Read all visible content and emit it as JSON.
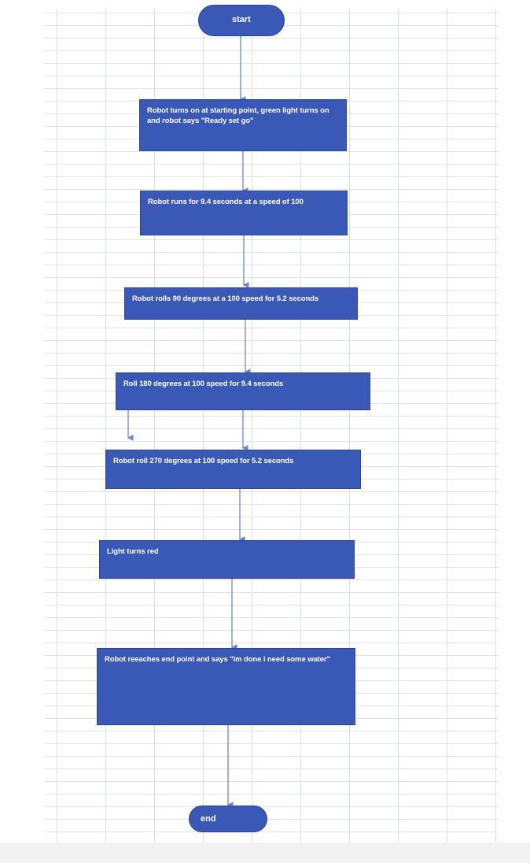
{
  "diagram": {
    "start_label": "start",
    "end_label": "end",
    "steps": [
      "Robot turns on at starting point, green light turns on and  robot says \"Ready set go\"",
      "Robot runs  for 9.4 seconds at a speed of 100",
      "Robot rolls 90 degrees at a 100 speed for 5.2 seconds",
      "Roll 180 degrees at 100 speed for 9.4 seconds",
      "Robot roll 270 degrees at 100 speed for 5.2 seconds",
      "Light turns red",
      "Robot reeaches end  point and says \"im done i need some water\""
    ],
    "colors": {
      "shape_fill": "#3a58b5",
      "shape_text": "#ffffff",
      "connector": "#6f87c9",
      "grid": "#d9dde4"
    }
  }
}
